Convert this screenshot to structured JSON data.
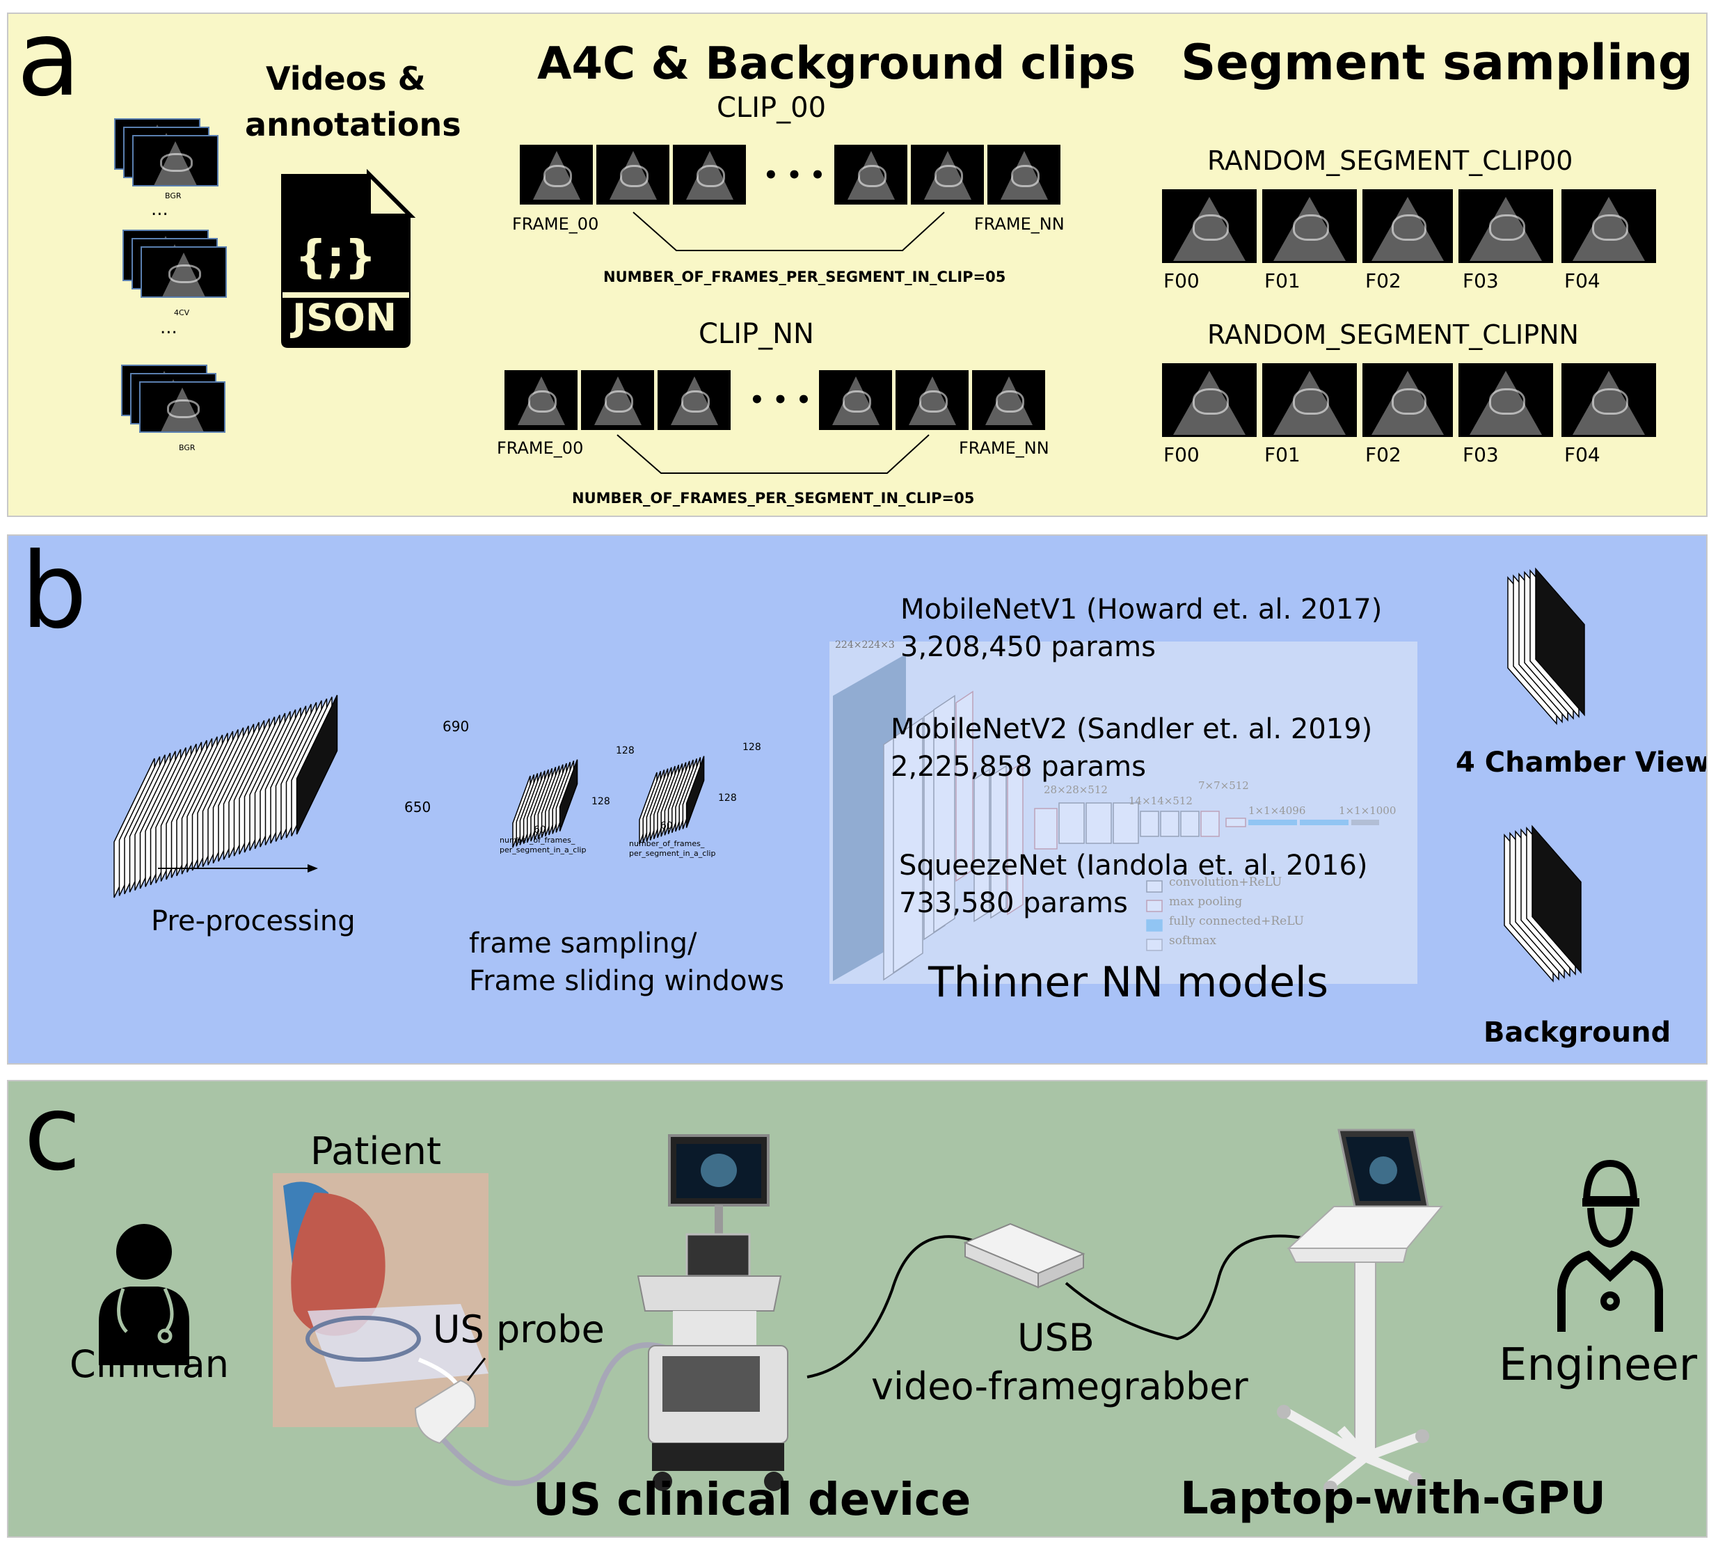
{
  "panel_a": {
    "letter": "a",
    "videos_title_line1": "Videos &",
    "videos_title_line2": "annotations",
    "stack_labels": [
      "BGR",
      "4CV",
      "BGR"
    ],
    "ellipsis": "...",
    "json_label": "JSON",
    "json_glyph": "{;}",
    "clips_title": "A4C & Background clips",
    "clip_00": "CLIP_00",
    "clip_nn": "CLIP_NN",
    "frame_00": "FRAME_00",
    "frame_nn": "FRAME_NN",
    "dots": "• • •",
    "frames_per_segment": "NUMBER_OF_FRAMES_PER_SEGMENT_IN_CLIP=05",
    "segment_title": "Segment sampling",
    "random_segment_00": "RANDOM_SEGMENT_CLIP00",
    "random_segment_nn": "RANDOM_SEGMENT_CLIPNN",
    "segment_frames": [
      "F00",
      "F01",
      "F02",
      "F03",
      "F04"
    ]
  },
  "panel_b": {
    "letter": "b",
    "dim_690": "690",
    "dim_650": "650",
    "preprocessing": "Pre-processing",
    "dim_128": "128",
    "dim_60": "60",
    "window_label_1": "number_of_frames_",
    "window_label_2": "per_segment_in_a_clip",
    "frame_sampling_1": "frame sampling/",
    "frame_sampling_2": "Frame sliding windows",
    "models": [
      {
        "name": "MobileNetV1 (Howard et. al. 2017)",
        "params": "3,208,450 params"
      },
      {
        "name": "MobileNetV2 (Sandler et. al. 2019)",
        "params": "2,225,858 params"
      },
      {
        "name": "SqueezeNet (Iandola et. al. 2016)",
        "params": "733,580 params"
      }
    ],
    "vgg_labels": {
      "input": "224×224×3",
      "l28": "28×28×512",
      "l14": "14×14×512",
      "l7": "7×7×512",
      "fc1": "1×1×4096",
      "fc2": "1×1×1000"
    },
    "legend": [
      "convolution+ReLU",
      "max pooling",
      "fully connected+ReLU",
      "softmax"
    ],
    "models_title": "Thinner NN models",
    "class_1": "4 Chamber View",
    "class_2": "Background"
  },
  "panel_c": {
    "letter": "c",
    "clinician": "Clinician",
    "patient": "Patient",
    "probe": "US probe",
    "device": "US clinical device",
    "usb_1": "USB",
    "usb_2": "video-framegrabber",
    "laptop": "Laptop-with-GPU",
    "engineer": "Engineer"
  },
  "colors": {
    "panel_a_bg": "#f9f7c7",
    "panel_b_bg": "#a9c2f7",
    "panel_c_bg": "#a9c4a6"
  }
}
